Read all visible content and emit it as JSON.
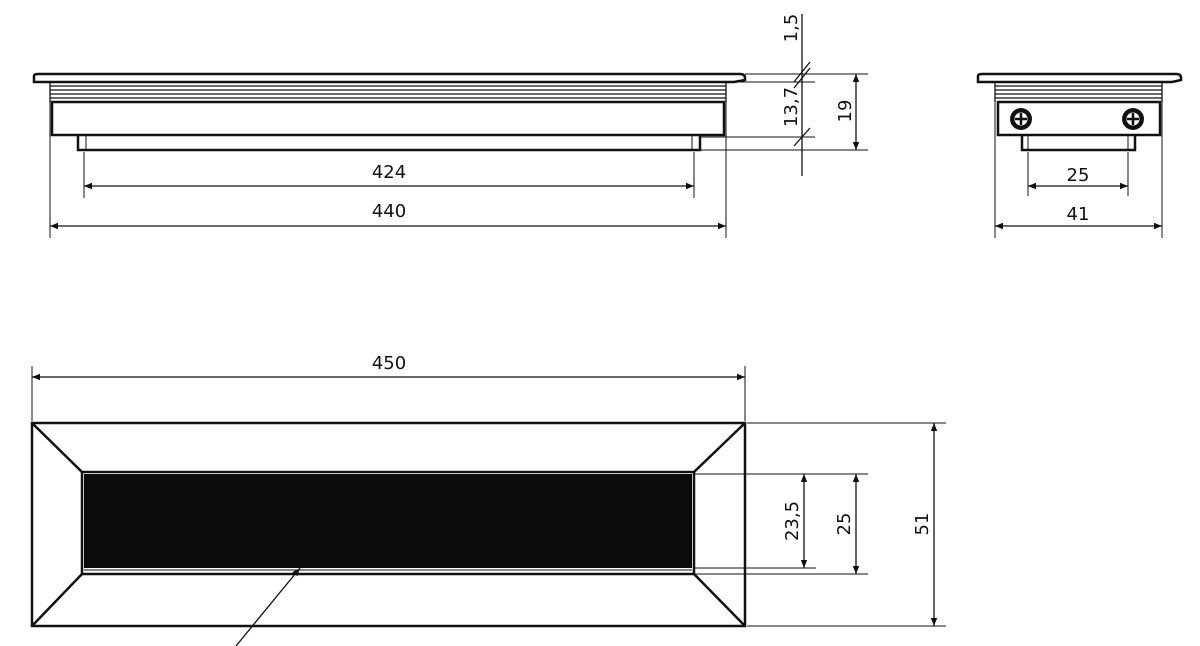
{
  "drawing": {
    "colors": {
      "line": "#111111",
      "fill": "#0c0c0c",
      "background": "#ffffff"
    },
    "side_view": {
      "dim_length_inner": "424",
      "dim_length_outer": "440",
      "dim_flange": "1,5",
      "dim_body_height": "13,7",
      "dim_total_height": "19"
    },
    "end_view": {
      "dim_inner_width": "25",
      "dim_outer_width": "41"
    },
    "top_view": {
      "dim_length": "450",
      "dim_opening_inner": "23,5",
      "dim_opening": "25",
      "dim_width": "51"
    }
  }
}
